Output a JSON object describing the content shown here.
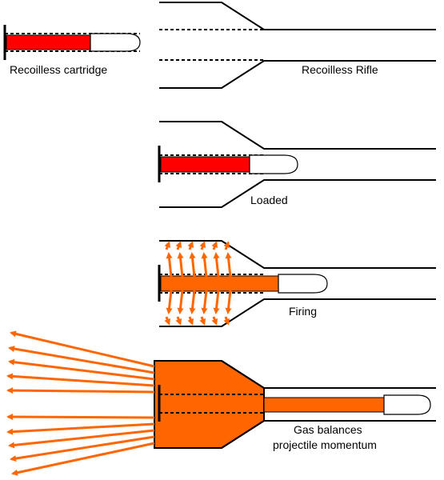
{
  "labels": {
    "cartridge": "Recoilless cartridge",
    "rifle": "Recoilless Rifle",
    "loaded": "Loaded",
    "firing": "Firing",
    "gas_line1": "Gas balances",
    "gas_line2": "projectile momentum"
  },
  "colors": {
    "propellant_unfired": "#ff0000",
    "propellant_fired": "#ff6600",
    "gas_arrows": "#ff6600",
    "outline": "#000000",
    "projectile": "#ffffff"
  }
}
